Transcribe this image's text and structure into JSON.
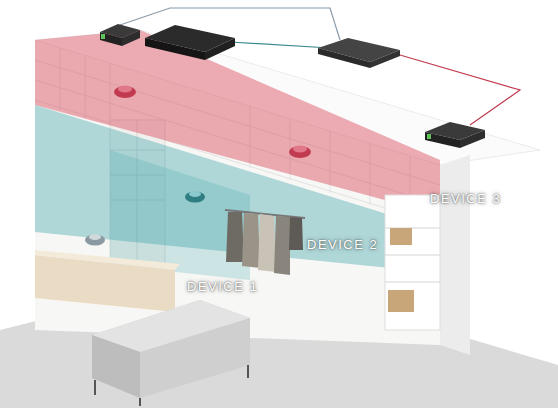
{
  "diagram": {
    "labels": [
      "DEVICE 3",
      "DEVICE 2",
      "DEVICE 1"
    ]
  }
}
